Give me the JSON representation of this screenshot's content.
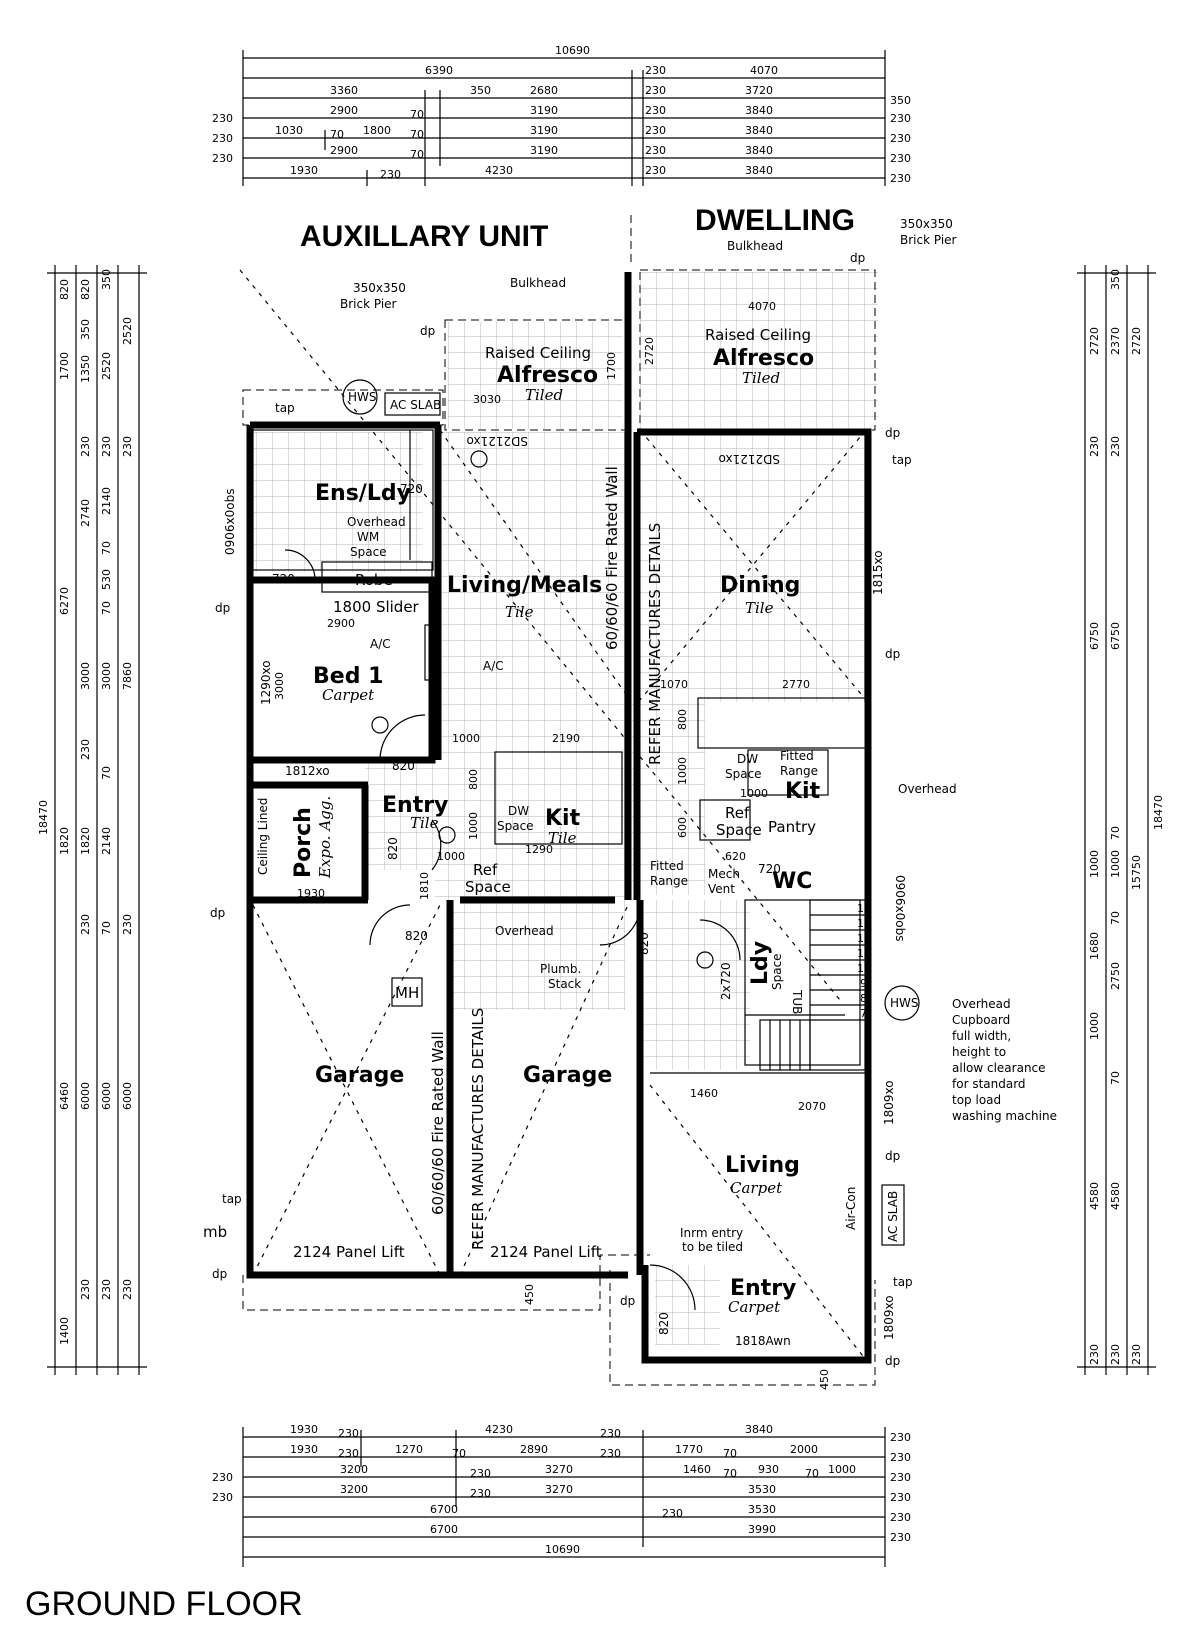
{
  "titles": {
    "auxillary": "AUXILLARY UNIT",
    "dwelling": "DWELLING",
    "ground_floor": "GROUND FLOOR"
  },
  "top_dims": {
    "r1": "10690",
    "r2a": "6390",
    "r2b": "230",
    "r2c": "4070",
    "r3a": "3360",
    "r3b": "350",
    "r3c": "2680",
    "r3d": "230",
    "r3e": "3720",
    "r3f": "350",
    "r4a": "230",
    "r4b": "2900",
    "r4c": "70",
    "r4d": "3190",
    "r4e": "230",
    "r4f": "3840",
    "r4g": "230",
    "r5a": "230",
    "r5b": "1030",
    "r5c": "70",
    "r5d": "1800",
    "r5e": "70",
    "r5f": "3190",
    "r5g": "230",
    "r5h": "3840",
    "r5i": "230",
    "r6a": "230",
    "r6b": "2900",
    "r6c": "70",
    "r6d": "3190",
    "r6e": "230",
    "r6f": "3840",
    "r6g": "230",
    "r7a": "1930",
    "r7b": "230",
    "r7c": "4230",
    "r7d": "230",
    "r7e": "3840",
    "r7f": "230"
  },
  "bottom_dims": {
    "r1a": "1930",
    "r1b": "230",
    "r1c": "4230",
    "r1d": "230",
    "r1e": "3840",
    "r1f": "230",
    "r2a": "1930",
    "r2b": "230",
    "r2c": "1270",
    "r2d": "70",
    "r2e": "2890",
    "r2f": "230",
    "r2g": "1770",
    "r2h": "70",
    "r2i": "2000",
    "r2j": "230",
    "r3a": "230",
    "r3b": "3200",
    "r3c": "230",
    "r3d": "3270",
    "r3e": "1460",
    "r3f": "70",
    "r3g": "930",
    "r3h": "70",
    "r3i": "1000",
    "r3j": "230",
    "r4a": "230",
    "r4b": "3200",
    "r4c": "230",
    "r4d": "3270",
    "r4e": "3530",
    "r4f": "230",
    "r5a": "6700",
    "r5b": "230",
    "r5c": "3530",
    "r5d": "230",
    "r6a": "6700",
    "r6b": "3990",
    "r6c": "230",
    "r7": "10690"
  },
  "left_dims": {
    "c1": [
      "820",
      "1700",
      "6270",
      "1820",
      "6460",
      "1400"
    ],
    "c2": [
      "820",
      "350",
      "1350",
      "230",
      "2740",
      "3000",
      "230",
      "1820",
      "230",
      "6000",
      "230"
    ],
    "c3": [
      "350",
      "2520",
      "230",
      "2140",
      "70",
      "530",
      "70",
      "3000",
      "70",
      "2140",
      "70",
      "6000",
      "230"
    ],
    "c4": [
      "2520",
      "230",
      "7860",
      "230",
      "6000",
      "230"
    ],
    "total": "18470"
  },
  "right_dims": {
    "c1": [
      "2720",
      "230",
      "6750",
      "1000",
      "1680",
      "1000",
      "4580",
      "230"
    ],
    "c2": [
      "350",
      "2370",
      "230",
      "6750",
      "70",
      "1000",
      "70",
      "2750",
      "70",
      "4580",
      "230"
    ],
    "c3": [
      "2720",
      "15750",
      "230"
    ],
    "total": "18470"
  },
  "rooms": {
    "alfresco_aux": {
      "top": "Raised Ceiling",
      "name": "Alfresco",
      "sub": "Tiled"
    },
    "alfresco_dw": {
      "top": "Raised Ceiling",
      "name": "Alfresco",
      "sub": "Tiled"
    },
    "ens": "Ens/Ldy",
    "living_meals": {
      "name": "Living/Meals",
      "sub": "Tile"
    },
    "dining": {
      "name": "Dining",
      "sub": "Tile"
    },
    "bed1": {
      "name": "Bed 1",
      "sub": "Carpet"
    },
    "entry_aux": {
      "name": "Entry",
      "sub": "Tile"
    },
    "porch": {
      "name": "Porch",
      "sub": "Expo. Agg."
    },
    "kit_aux": {
      "name": "Kit",
      "sub": "Tile"
    },
    "kit_dw": "Kit",
    "garage1": "Garage",
    "garage2": "Garage",
    "living_dw": {
      "name": "Living",
      "sub": "Carpet"
    },
    "entry_dw": {
      "name": "Entry",
      "sub": "Carpet"
    },
    "wc": "WC",
    "ldy": "Ldy",
    "pantry": "Pantry"
  },
  "labels": {
    "bulkhead1": "Bulkhead",
    "bulkhead2": "Bulkhead",
    "pier1a": "350x350",
    "pier1b": "Brick Pier",
    "pier2a": "350x350",
    "pier2b": "Brick Pier",
    "dp": "dp",
    "tap": "tap",
    "mb": "mb",
    "hws": "HWS",
    "ac_slab": "AC SLAB",
    "ac_slab2": "AC SLAB",
    "sd1": "SD2121xo",
    "sd2": "SD2121xo",
    "w0906a": "0906x0obs",
    "w0906b": "0906x0obs",
    "w1815": "1815xo",
    "w1290": "1290xo",
    "w1812": "1812xo",
    "w1809a": "1809xo",
    "w1809b": "1809xo",
    "w1818": "1818Awn",
    "d720a": "720",
    "d720b": "720",
    "d720c": "720",
    "d820a": "820",
    "d820b": "820",
    "d820c": "820",
    "d820d": "820",
    "d820e": "820",
    "overhead_wm": "Overhead",
    "wm": "WM",
    "space": "Space",
    "robe": "Robe",
    "slider": "1800 Slider",
    "ac1": "A/C",
    "ac2": "A/C",
    "fire_wall1": "60/60/60 Fire Rated Wall",
    "fire_wall2": "60/60/60 Fire Rated Wall",
    "refer1": "REFER MANUFACTURES DETAILS",
    "refer2": "REFER MANUFACTURES DETAILS",
    "dw1": "DW",
    "dw1b": "Space",
    "dw2": "DW",
    "dw2b": "Space",
    "fitted_range1a": "Fitted",
    "fitted_range1b": "Range",
    "fitted_range2a": "Fitted",
    "fitted_range2b": "Range",
    "ref1": "Ref",
    "ref1b": "Space",
    "ref2": "Ref",
    "ref2b": "Space",
    "overhead_kit": "Overhead",
    "overhead_kit2": "Overhead",
    "plumb": "Plumb.",
    "stack": "Stack",
    "mech": "Mech",
    "vent": "Vent",
    "ceiling_lined": "Ceiling Lined",
    "mh": "MH",
    "panel_lift1": "2124 Panel Lift",
    "panel_lift2": "2124 Panel Lift",
    "tub": "TUB",
    "tub_space": "Space",
    "twox720": "2x720",
    "aircon": "Air-Con",
    "tiled_note1": "Inrm entry",
    "tiled_note2": "to be tiled",
    "stair_note": [
      "Overhead",
      "Cupboard",
      "full width,",
      "height to",
      "allow clearance",
      "for standard",
      "top load",
      "washing machine"
    ],
    "d4070": "4070",
    "d3030": "3030",
    "d1700": "1700",
    "d2720": "2720",
    "d2900": "2900",
    "d3000": "3000",
    "d1000a": "1000",
    "d2190": "2190",
    "d1070": "1070",
    "d2770": "2770",
    "d800a": "800",
    "d1000b": "1000",
    "d600": "600",
    "d1000c": "1000",
    "d1290": "1290",
    "d1000d": "1000",
    "d800b": "800",
    "d1000e": "1000",
    "d620": "620",
    "d1930": "1930",
    "d1460": "1460",
    "d2070": "2070",
    "d450a": "450",
    "d450b": "450",
    "d1810": "1810"
  }
}
